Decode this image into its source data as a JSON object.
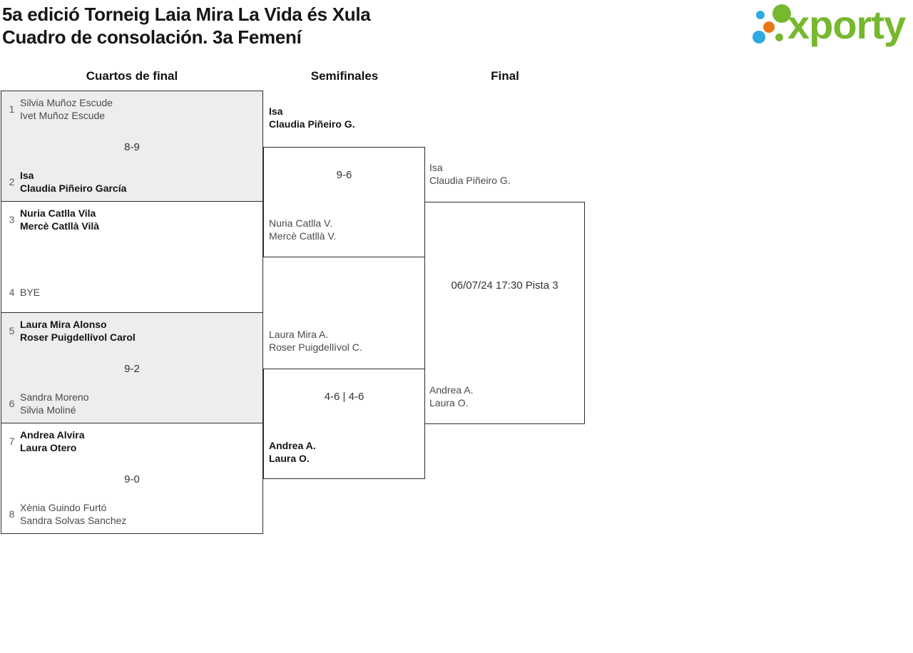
{
  "header": {
    "title_line1": "5a edició Torneig Laia Mira La Vida és Xula",
    "title_line2": "Cuadro de consolación. 3a Femení"
  },
  "logo": {
    "wordmark": "xporty",
    "colors": {
      "green": "#76b82e",
      "blue": "#2caae1",
      "orange": "#e87817"
    }
  },
  "columns": [
    {
      "label": "Cuartos de final"
    },
    {
      "label": "Semifinales"
    },
    {
      "label": "Final"
    }
  ],
  "bracket": {
    "quarterfinals": [
      {
        "shaded": true,
        "top": {
          "seed": "1",
          "line1": "Silvia Muñoz Escude",
          "line2": "Ivet Muñoz Escude",
          "winner": false
        },
        "score": "8-9",
        "bottom": {
          "seed": "2",
          "line1": "Isa",
          "line2": "Claudia Piñeiro García",
          "winner": true
        }
      },
      {
        "shaded": false,
        "top": {
          "seed": "3",
          "line1": "Nuria Catlla Vila",
          "line2": "Mercè Catllà Vilà",
          "winner": true
        },
        "score": "",
        "bottom": {
          "seed": "4",
          "line1": "BYE",
          "line2": "",
          "winner": false
        }
      },
      {
        "shaded": true,
        "top": {
          "seed": "5",
          "line1": "Laura Mira Alonso",
          "line2": "Roser Puigdellívol Carol",
          "winner": true
        },
        "score": "9-2",
        "bottom": {
          "seed": "6",
          "line1": "Sandra Moreno",
          "line2": "Silvia Moliné",
          "winner": false
        }
      },
      {
        "shaded": false,
        "top": {
          "seed": "7",
          "line1": "Andrea Alvira",
          "line2": "Laura Otero",
          "winner": true
        },
        "score": "9-0",
        "bottom": {
          "seed": "8",
          "line1": "Xènia Guindo Furtó",
          "line2": "Sandra Solvas Sanchez",
          "winner": false
        }
      }
    ],
    "semifinals": [
      {
        "top": {
          "line1": "Isa",
          "line2": "Claudia Piñeiro G.",
          "winner": true
        },
        "score": "9-6",
        "bottom": {
          "line1": "Nuria Catlla V.",
          "line2": "Mercè Catllà V.",
          "winner": false
        }
      },
      {
        "top": {
          "line1": "Laura Mira A.",
          "line2": "Roser Puigdellívol C.",
          "winner": false
        },
        "score": "4-6 | 4-6",
        "bottom": {
          "line1": "Andrea A.",
          "line2": "Laura O.",
          "winner": true
        }
      }
    ],
    "final": {
      "top": {
        "line1": "Isa",
        "line2": "Claudia Piñeiro G.",
        "winner": false
      },
      "schedule": "06/07/24 17:30 Pista 3",
      "bottom": {
        "line1": "Andrea A.",
        "line2": "Laura O.",
        "winner": false
      }
    }
  }
}
